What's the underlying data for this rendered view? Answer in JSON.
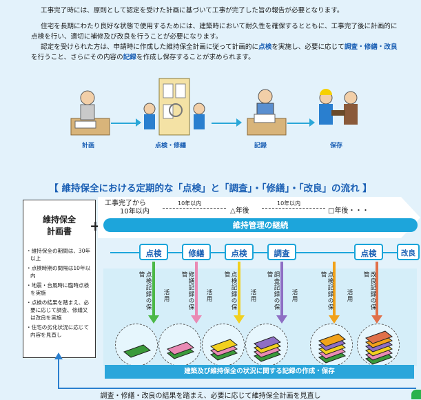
{
  "intro": {
    "p1": "工事完了時には、原則として認定を受けた計画に基づいて工事が完了した旨の報告が必要となります。",
    "p2": "住宅を長期にわたり良好な状態で使用するためには、建築時において耐久性を確保するとともに、工事完了後に計画的に点検を行い、適切に補修及び改良を行うことが必要になります。",
    "p3_a": "認定を受けられた方は、申請時に作成した維持保全計画に従って計画的に",
    "p3_k1": "点検",
    "p3_b": "を実施し、必要に応じて",
    "p3_k2": "調査・修繕・改良",
    "p3_c": "を行うこと、さらにその内容の",
    "p3_k3": "記録",
    "p3_d": "を作成し保存することが求められます。"
  },
  "illustration": {
    "labels": [
      "計画",
      "点検・修繕",
      "記録",
      "保存"
    ]
  },
  "flow": {
    "title": "【 維持保全における定期的な「点検」と「調査」・「修繕」・「改良」の流れ 】",
    "plan_title_1": "維持保全",
    "plan_title_2": "計画書",
    "plus": "+",
    "plan_items": [
      "・維持保全の期間は、30年以上",
      "・点検時期の間隔は10年以内",
      "・地震・台風時に臨時点検を実施",
      "・点検の結果を踏まえ、必要に応じて調査、修繕又は改良を実施",
      "・住宅の劣化状況に応じて内容を見直し"
    ],
    "timeline": {
      "start_1": "工事完了から",
      "start_2": "10年以内",
      "gap": "10年以内",
      "mid": "△年後",
      "end": "□年後・・・"
    },
    "band": "維持管理の継続",
    "steps": [
      "点検",
      "修繕",
      "点検",
      "調査",
      "点検",
      "改良"
    ],
    "records": [
      "点検記録の保管",
      "修繕記録の保管",
      "点検記録の保管",
      "調査記録の保管",
      "点検記録の保管",
      "改良記録の保管"
    ],
    "use_label": "活用",
    "bottom_band": "建築及び維持保全の状況に関する記録の作成・保存",
    "bottom_line": "調査・修繕・改良の結果を踏まえ、必要に応じて維持保全計画を見直し",
    "colors": {
      "accent": "#1da5db",
      "title": "#1a5fb4",
      "arrows": [
        "#4cb847",
        "#e98ab4",
        "#f1d01f",
        "#8e6ec4",
        "#f1a21a",
        "#e0704a"
      ]
    }
  }
}
